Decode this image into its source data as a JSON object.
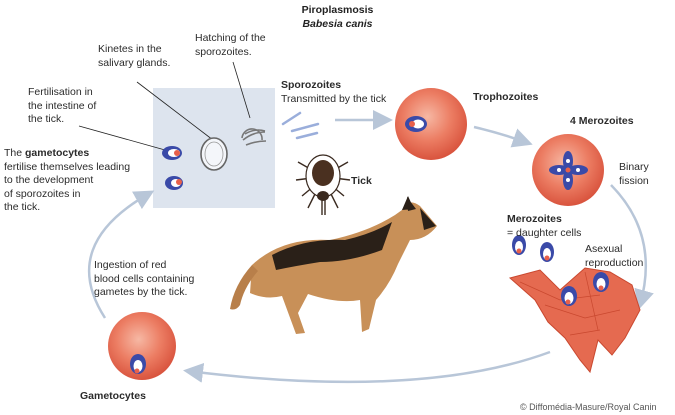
{
  "header": {
    "title": "Piroplasmosis",
    "subtitle": "Babesia canis"
  },
  "labels": {
    "kinetes": [
      "Kinetes in the",
      "salivary glands."
    ],
    "hatching": [
      "Hatching of the",
      "sporozoites."
    ],
    "fertilisation": [
      "Fertilisation in",
      "the intestine of",
      "the tick."
    ],
    "gametocytes_intro": "The",
    "gametocytes_bold": "gametocytes",
    "gametocytes_desc": [
      "fertilise themselves leading",
      "to the development",
      "of sporozoites in",
      "the tick."
    ],
    "sporozoites_title": "Sporozoites",
    "sporozoites_desc": "Transmitted by the tick",
    "trophozoites": "Trophozoites",
    "four_merozoites": "4 Merozoites",
    "binary_fission": [
      "Binary",
      "fission"
    ],
    "tick": "Tick",
    "merozoites_title": "Merozoites",
    "merozoites_desc": "= daughter cells",
    "asexual": [
      "Asexual",
      "reproduction"
    ],
    "ingestion": [
      "Ingestion of red",
      "blood cells containing",
      "gametes by the tick."
    ],
    "gametocytes_bottom": "Gametocytes",
    "copyright": "© Diffomédia-Masure/Royal Canin"
  },
  "colors": {
    "cell_red": "#e8604a",
    "parasite_blue": "#3a4aa8",
    "arrow_grey": "#b8c6d8",
    "tick_panel": "#dde4ee"
  }
}
